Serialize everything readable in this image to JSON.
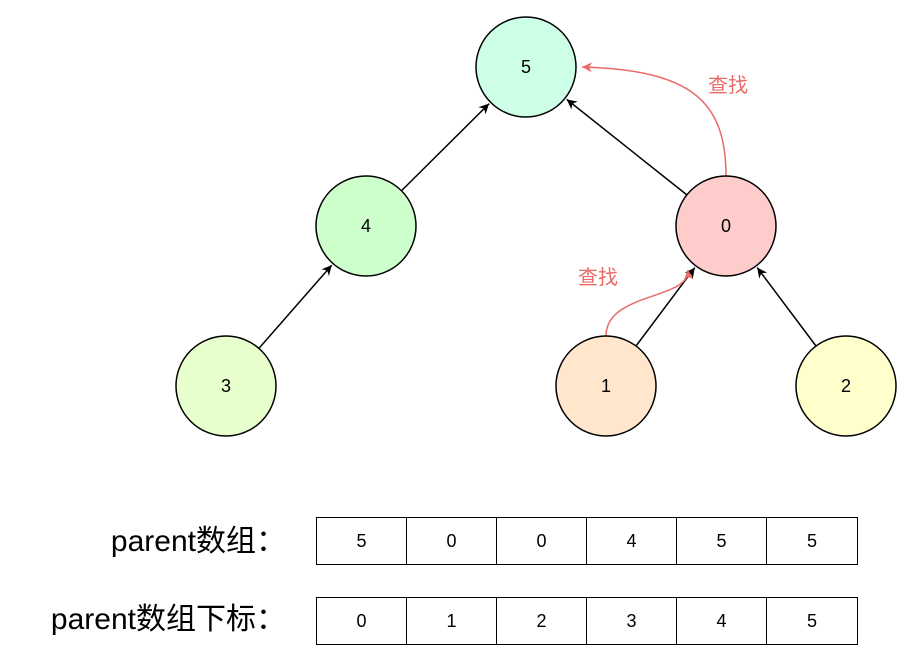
{
  "tree": {
    "nodes": [
      {
        "id": "5",
        "label": "5",
        "color": "#ccffe6"
      },
      {
        "id": "4",
        "label": "4",
        "color": "#ccffcc"
      },
      {
        "id": "0",
        "label": "0",
        "color": "#ffcccc"
      },
      {
        "id": "3",
        "label": "3",
        "color": "#e6ffcc"
      },
      {
        "id": "1",
        "label": "1",
        "color": "#ffe6cc"
      },
      {
        "id": "2",
        "label": "2",
        "color": "#ffffcc"
      }
    ],
    "edges": [
      {
        "from": "4",
        "to": "5"
      },
      {
        "from": "0",
        "to": "5"
      },
      {
        "from": "3",
        "to": "4"
      },
      {
        "from": "1",
        "to": "0"
      },
      {
        "from": "2",
        "to": "0"
      }
    ],
    "find_path": {
      "color": "#ea6b66",
      "steps": [
        {
          "from": "1",
          "to": "0",
          "label": "查找"
        },
        {
          "from": "0",
          "to": "5",
          "label": "查找"
        }
      ]
    }
  },
  "parent_row": {
    "label": "parent数组：",
    "values": [
      "5",
      "0",
      "0",
      "4",
      "5",
      "5"
    ]
  },
  "index_row": {
    "label": "parent数组下标：",
    "values": [
      "0",
      "1",
      "2",
      "3",
      "4",
      "5"
    ]
  }
}
